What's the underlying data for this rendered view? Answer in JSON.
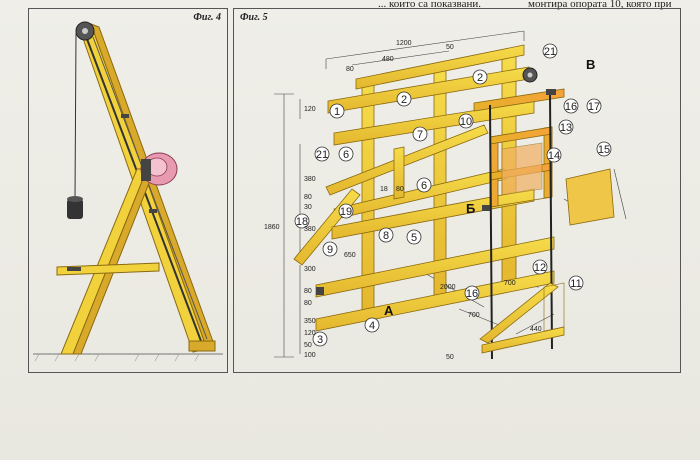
{
  "header": {
    "left_fragment": "... които са показвани.",
    "right_fragment": "монтира опората 10, която при"
  },
  "fig4": {
    "label": "Фиг. 4"
  },
  "fig5": {
    "label": "Фиг. 5",
    "parts": [
      "1",
      "2",
      "2",
      "3",
      "4",
      "5",
      "6",
      "6",
      "7",
      "8",
      "9",
      "10",
      "11",
      "12",
      "13",
      "14",
      "15",
      "16",
      "16",
      "17",
      "18",
      "19",
      "21",
      "21"
    ],
    "letters": [
      "A",
      "Б",
      "В"
    ],
    "dimensions": {
      "width_total": "1200",
      "seg_480": "480",
      "seg_50a": "50",
      "seg_80": "80",
      "height_total": "1860",
      "h120": "120",
      "h380a": "380",
      "h380b": "380",
      "h80a": "80",
      "h30": "30",
      "h300": "300",
      "h80b": "80",
      "h80c": "80",
      "h350": "350",
      "h120b": "120",
      "h50": "50",
      "h100": "100",
      "d18": "18",
      "d80": "80",
      "d650": "650",
      "d2000": "2000",
      "d700a": "700",
      "d700b": "700",
      "d440": "440",
      "d50": "50"
    }
  }
}
